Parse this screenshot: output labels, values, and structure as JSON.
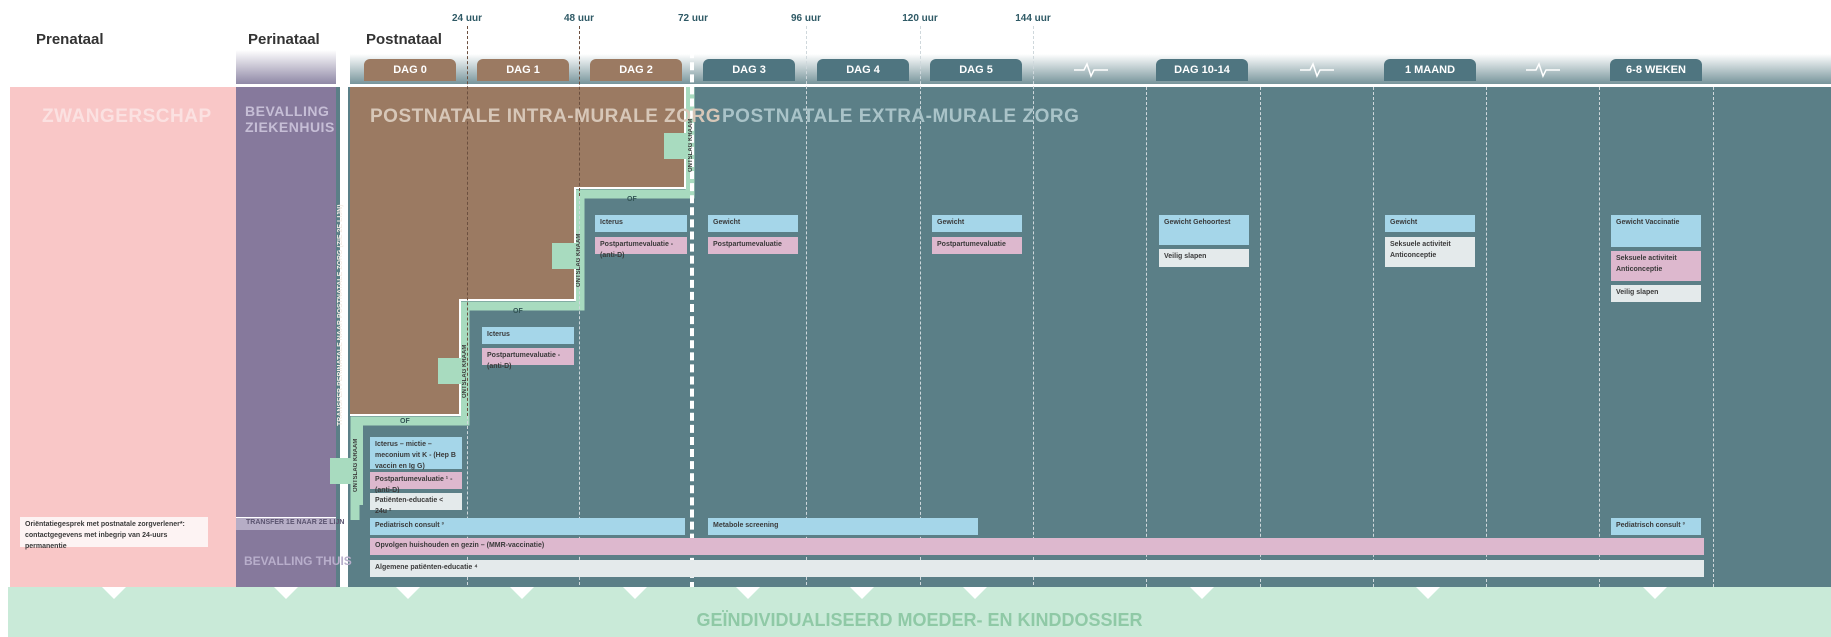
{
  "headers": {
    "prenataal": "Prenataal",
    "perinataal": "Perinataal",
    "postnataal": "Postnataal"
  },
  "hours": [
    "24 uur",
    "48 uur",
    "72 uur",
    "96 uur",
    "120 uur",
    "144 uur"
  ],
  "days": [
    "DAG 0",
    "DAG 1",
    "DAG 2",
    "DAG 3",
    "DAG 4",
    "DAG 5",
    "DAG 10-14",
    "1 MAAND",
    "6-8 WEKEN"
  ],
  "zones": {
    "zwangerschap": "ZWANGERSCHAP",
    "bevalling_ziekenhuis": "BEVALLING ZIEKENHUIS",
    "intramural": "POSTNATALE INTRA-MURALE ZORG",
    "extramural": "POSTNATALE EXTRA-MURALE ZORG",
    "transfer_vertical": "TRANSFER PERINATALE NAAR POSTNATALE ZORG (ZIE 2E LIJN)",
    "transfer_h": "TRANSFER 1E NAAR 2E LIJN",
    "bevalling_thuis": "BEVALLING THUIS",
    "dossier": "GEÏNDIVIDUALISEERD MOEDER- EN KINDDOSSIER"
  },
  "ontslag": "ONTSLAG KRAAM",
  "of": "OF",
  "notes": {
    "orientatie": "Oriëntatiegesprek met postnatale zorgverlener*: contactgegevens met inbegrip van 24-uurs permanentie"
  },
  "boxes": {
    "d0_1": "Icterus – mictie – meconium vit K - (Hep B vaccin en Ig G)",
    "d0_2": "Postpartumevaluatie ¹ - (anti-D)",
    "d0_3": "Patiënten-educatie < 24u ²",
    "d1_1": "Icterus",
    "d1_2": "Postpartumevaluatie - (anti-D)",
    "d2_1": "Icterus",
    "d2_2": "Postpartumevaluatie - (anti-D)",
    "d3_1": "Gewicht",
    "d3_2": "Postpartumevaluatie",
    "d5_1": "Gewicht",
    "d5_2": "Postpartumevaluatie",
    "d10_1": "Gewicht Gehoortest",
    "d10_2": "Veilig slapen",
    "m1_1": "Gewicht",
    "m1_2": "Seksuele activiteit Anticonceptie",
    "w6_1": "Gewicht Vaccinatie",
    "w6_2": "Seksuele activiteit Anticonceptie",
    "w6_3": "Veilig slapen",
    "ped1": "Pediatrisch consult ³",
    "meta": "Metabole screening",
    "ped2": "Pediatrisch consult ³",
    "opvolg": "Opvolgen huishouden en gezin – (MMR-vaccinatie)",
    "algemeen": "Algemene patiënten-educatie ⁴"
  },
  "colors": {
    "pink": "#f9c7c7",
    "purple": "#86799c",
    "brown": "#9b7a62",
    "teal": "#5b7f87",
    "green": "#a8dbbf",
    "blue": "#a5d6e9",
    "mauve": "#ddb8ce"
  }
}
